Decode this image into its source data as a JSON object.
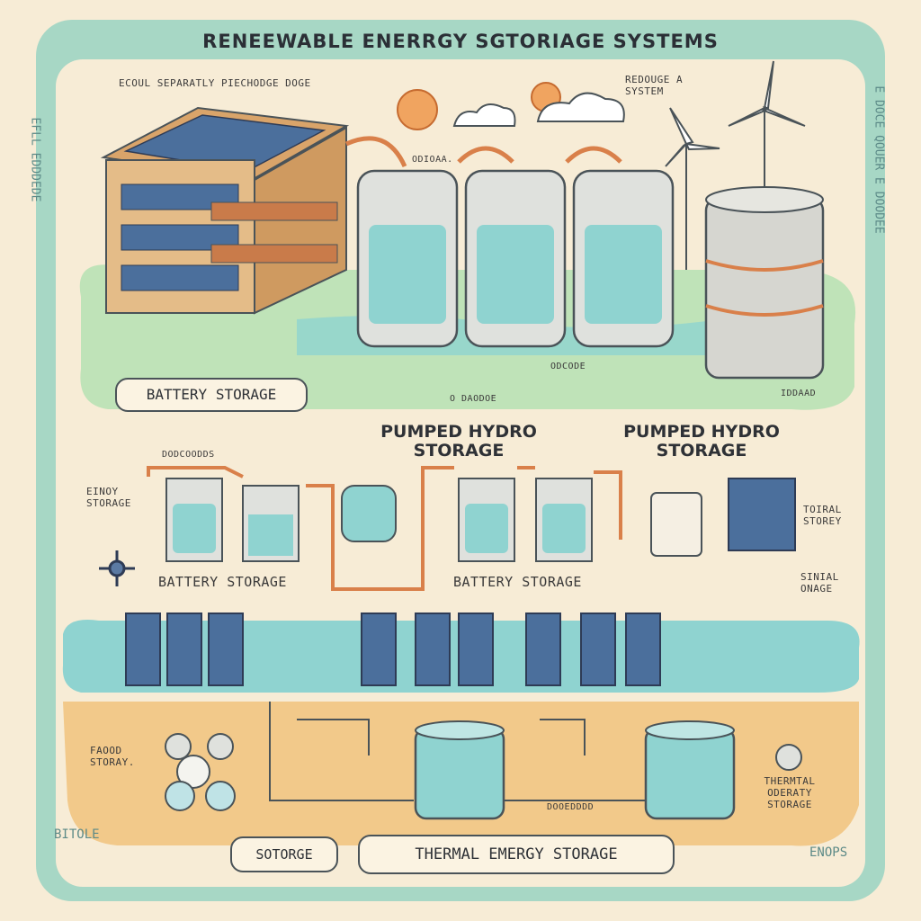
{
  "title": "RENEEWABLE ENERRGY SGTORIAGE SYSTEMS",
  "colors": {
    "background": "#f7ecd6",
    "frame": "#a7d7c5",
    "water": "#8fd3d0",
    "sand": "#f2c98a",
    "pipe": "#d9804a",
    "panel": "#4b6f9c"
  },
  "top_section": {
    "note_left": "ECOUL SEPARATLY PIECHODGE DOGE",
    "note_right": "REDOUGE A SYSTEM",
    "pipe_note": "ODIOAA.",
    "flow_note": "ODCODE",
    "flow_note_2": "O DAODOE",
    "right_small": "IDDAAD",
    "battery_tag": "BATTERY STORAGE"
  },
  "middle_section": {
    "pumped_left": "PUMPED HYDRO STORAGE",
    "pumped_right": "PUMPED HYDRO STORAGE",
    "small_header": "DODCOODDS",
    "left_label": "EINOY STORAGE",
    "battery_left": "BATTERY  STORAGE",
    "battery_right": "BATTERY  STORAGE",
    "right_label_1": "TOIRAL STOREY",
    "right_label_2": "SINIAL ONAGE"
  },
  "bottom_section": {
    "left_label": "FAOOD STORAY.",
    "center_note": "DOOEDDDD",
    "right_label": "THERMTAL ODERATY STORAGE",
    "tag_left": "SOTORGE",
    "tag_right": "THERMAL EMERGY STORAGE"
  },
  "side_text": {
    "left_vertical": "EFLL EDDDEDE",
    "right_vertical": "E DOCE QOUER E DOODEE",
    "bottom_left": "BITOLE",
    "bottom_right": "ENOPS"
  }
}
